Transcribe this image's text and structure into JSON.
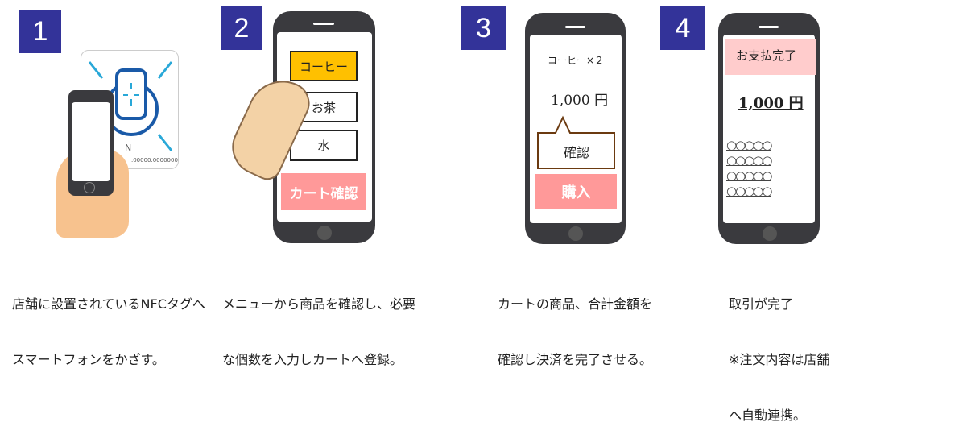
{
  "steps": [
    {
      "number": "1",
      "caption_lines": [
        "店舗に設置されているNFCタグへ",
        "スマートフォンをかざす。"
      ],
      "tag_serial": ".00000.0000000",
      "nfc_mark": "N"
    },
    {
      "number": "2",
      "caption_lines": [
        "メニューから商品を確認し、必要",
        "な個数を入力しカートへ登録。"
      ],
      "menu_items": [
        "コーヒー",
        "お茶",
        "水"
      ],
      "cart_button": "カート確認"
    },
    {
      "number": "3",
      "caption_lines": [
        "カートの商品、合計金額を",
        "確認し決済を完了させる。"
      ],
      "item_line": "コーヒー×２",
      "total": "1,000 円",
      "confirm_bubble": "確認",
      "purchase_button": "購入"
    },
    {
      "number": "4",
      "caption_lines": [
        "取引が完了",
        "※注文内容は店舗",
        "へ自動連携。"
      ],
      "status": "お支払完了",
      "total": "1,000 円",
      "receipt_lines": [
        "○○○○○",
        "○○○○○",
        "○○○○○",
        "○○○○○"
      ]
    }
  ],
  "colors": {
    "badge": "#333399",
    "selected_item": "#FFC000",
    "button_pink": "#FF9999",
    "status_pink": "#FFCCCC",
    "phone": "#3a3a3e",
    "nfc_blue": "#1a5aa8",
    "nfc_cyan": "#29a8d8"
  }
}
